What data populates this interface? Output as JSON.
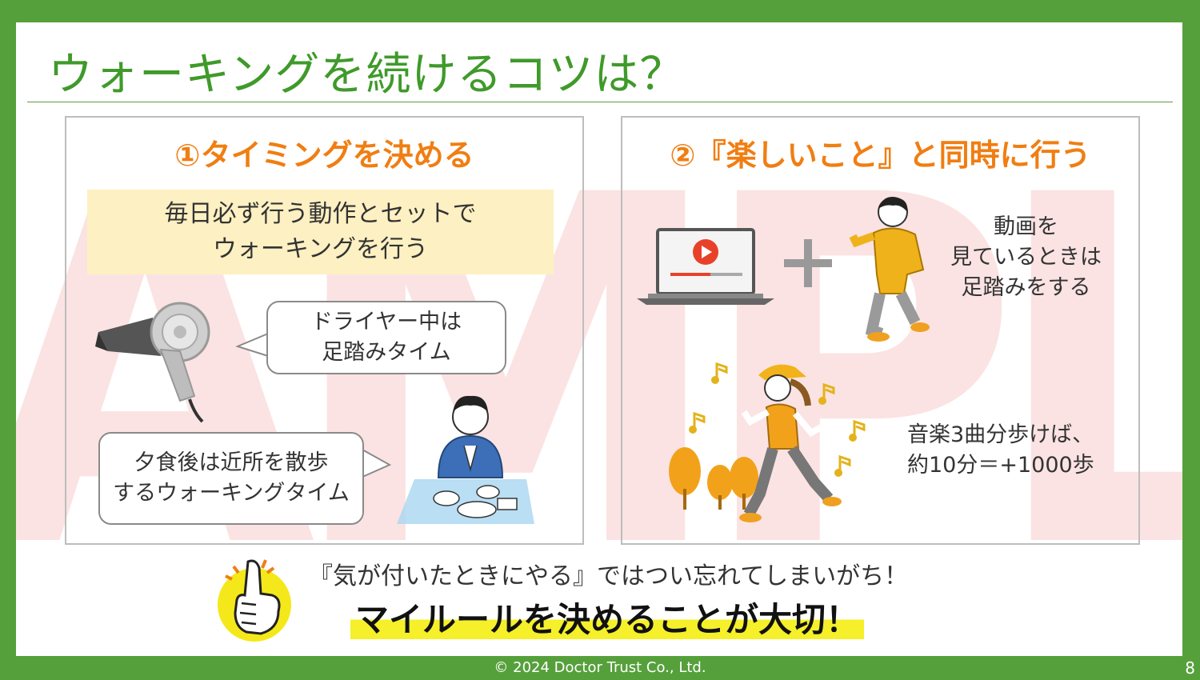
{
  "watermark": "SAMPLE",
  "title": "ウォーキングを続けるコツは？",
  "left_panel": {
    "title": "①タイミングを決める",
    "highlight": [
      "毎日必ず行う動作とセットで",
      "ウォーキングを行う"
    ],
    "bubble_dryer": [
      "ドライヤー中は",
      "足踏みタイム"
    ],
    "bubble_dinner": [
      "夕食後は近所を散歩",
      "するウォーキングタイム"
    ]
  },
  "right_panel": {
    "title": "②『楽しいこと』と同時に行う",
    "video_text": [
      "動画を",
      "見ているときは",
      "足踏みをする"
    ],
    "music_text": [
      "音楽3曲分歩けば、",
      "約10分＝+1000歩"
    ]
  },
  "bottom": {
    "line1": "『気が付いたときにやる』ではつい忘れてしまいがち！",
    "line2": "マイルールを決めることが大切！"
  },
  "footer": {
    "copyright": "© 2024 Doctor Trust Co., Ltd.",
    "page": "8"
  },
  "colors": {
    "frame_green": "#56a03b",
    "title_green": "#3f9a2a",
    "accent_orange": "#f07e12",
    "highlight_yellow": "#fdf0c2",
    "marker_yellow": "#f5f02a"
  }
}
